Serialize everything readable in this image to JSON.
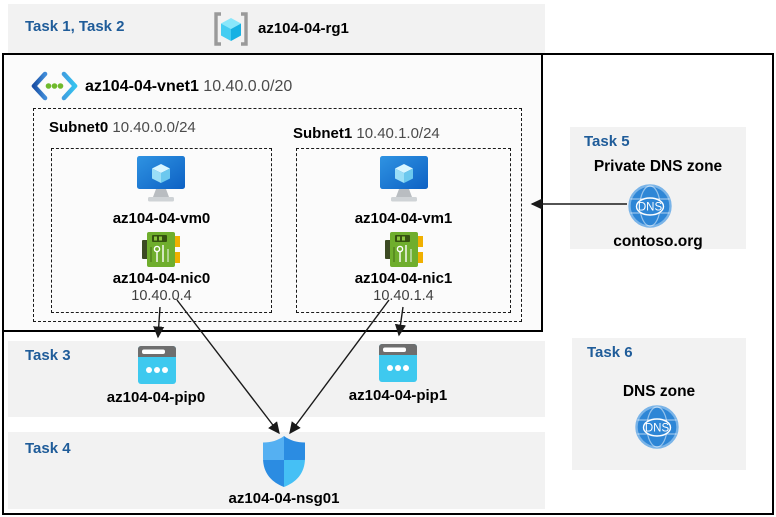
{
  "colors": {
    "accent_blue": "#1f5c99",
    "band_gray": "#f2f2f2",
    "arrow_black": "#1a1a1a"
  },
  "header": {
    "tasks_label": "Task 1, Task 2",
    "resource_group": "az104-04-rg1"
  },
  "vnet": {
    "name": "az104-04-vnet1",
    "cidr": "10.40.0.0/20"
  },
  "subnets": [
    {
      "name": "Subnet0",
      "cidr": "10.40.0.0/24",
      "vm": "az104-04-vm0",
      "nic": "az104-04-nic0",
      "ip": "10.40.0.4"
    },
    {
      "name": "Subnet1",
      "cidr": "10.40.1.0/24",
      "vm": "az104-04-vm1",
      "nic": "az104-04-nic1",
      "ip": "10.40.1.4"
    }
  ],
  "task3": {
    "label": "Task 3",
    "pip0": "az104-04-pip0",
    "pip1": "az104-04-pip1"
  },
  "task4": {
    "label": "Task 4",
    "nsg": "az104-04-nsg01"
  },
  "task5": {
    "label": "Task 5",
    "title": "Private DNS zone",
    "zone_name": "contoso.org",
    "dns_icon_text": "DNS"
  },
  "task6": {
    "label": "Task 6",
    "title": "DNS zone",
    "dns_icon_text": "DNS"
  }
}
